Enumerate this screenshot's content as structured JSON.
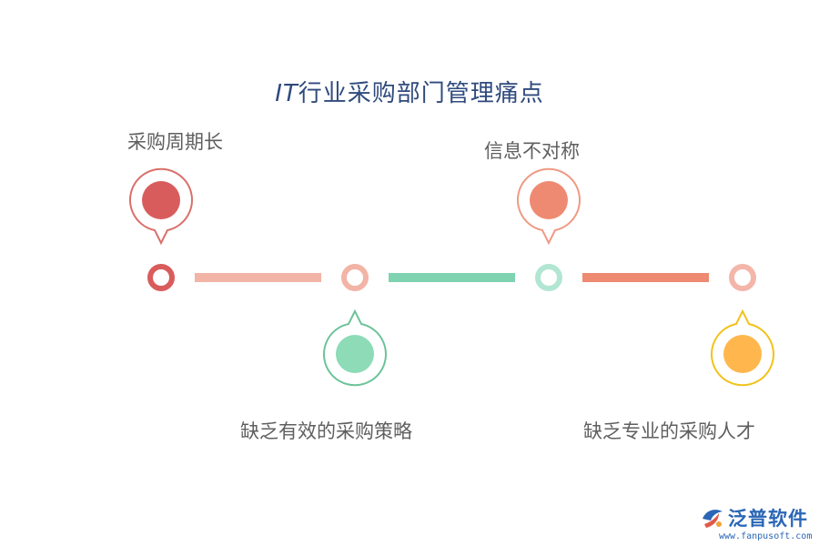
{
  "title": {
    "prefix": "IT",
    "text": "行业采购部门管理痛点"
  },
  "stages": [
    {
      "label": "采购周期长",
      "side": "top",
      "color": "#d95c5c",
      "pin_fill": "#d95c5c",
      "pin_stroke": "#d9706a",
      "ring": "#d95c5c"
    },
    {
      "label": "缺乏有效的采购策略",
      "side": "bottom",
      "color": "#8ddbb7",
      "pin_fill": "#8ddbb7",
      "pin_stroke": "#6cc39a",
      "ring": "#f2b4a6"
    },
    {
      "label": "信息不对称",
      "side": "top",
      "color": "#ef8a72",
      "pin_fill": "#ef8a72",
      "pin_stroke": "#ee9a84",
      "ring": "#b1e6d2"
    },
    {
      "label": "缺乏专业的采购人才",
      "side": "bottom",
      "color": "#ffb74d",
      "pin_fill": "#ffb74d",
      "pin_stroke": "#f2c21b",
      "ring": "#f4b6aa"
    }
  ],
  "connectors": [
    {
      "color": "#f2b4a6"
    },
    {
      "color": "#7fd3b0"
    },
    {
      "color": "#ee8a72"
    }
  ],
  "brand": {
    "name": "泛普软件",
    "url": "www.fanpusoft.com",
    "color": "#2a66b5",
    "icon": "fanpu-logo-icon"
  }
}
